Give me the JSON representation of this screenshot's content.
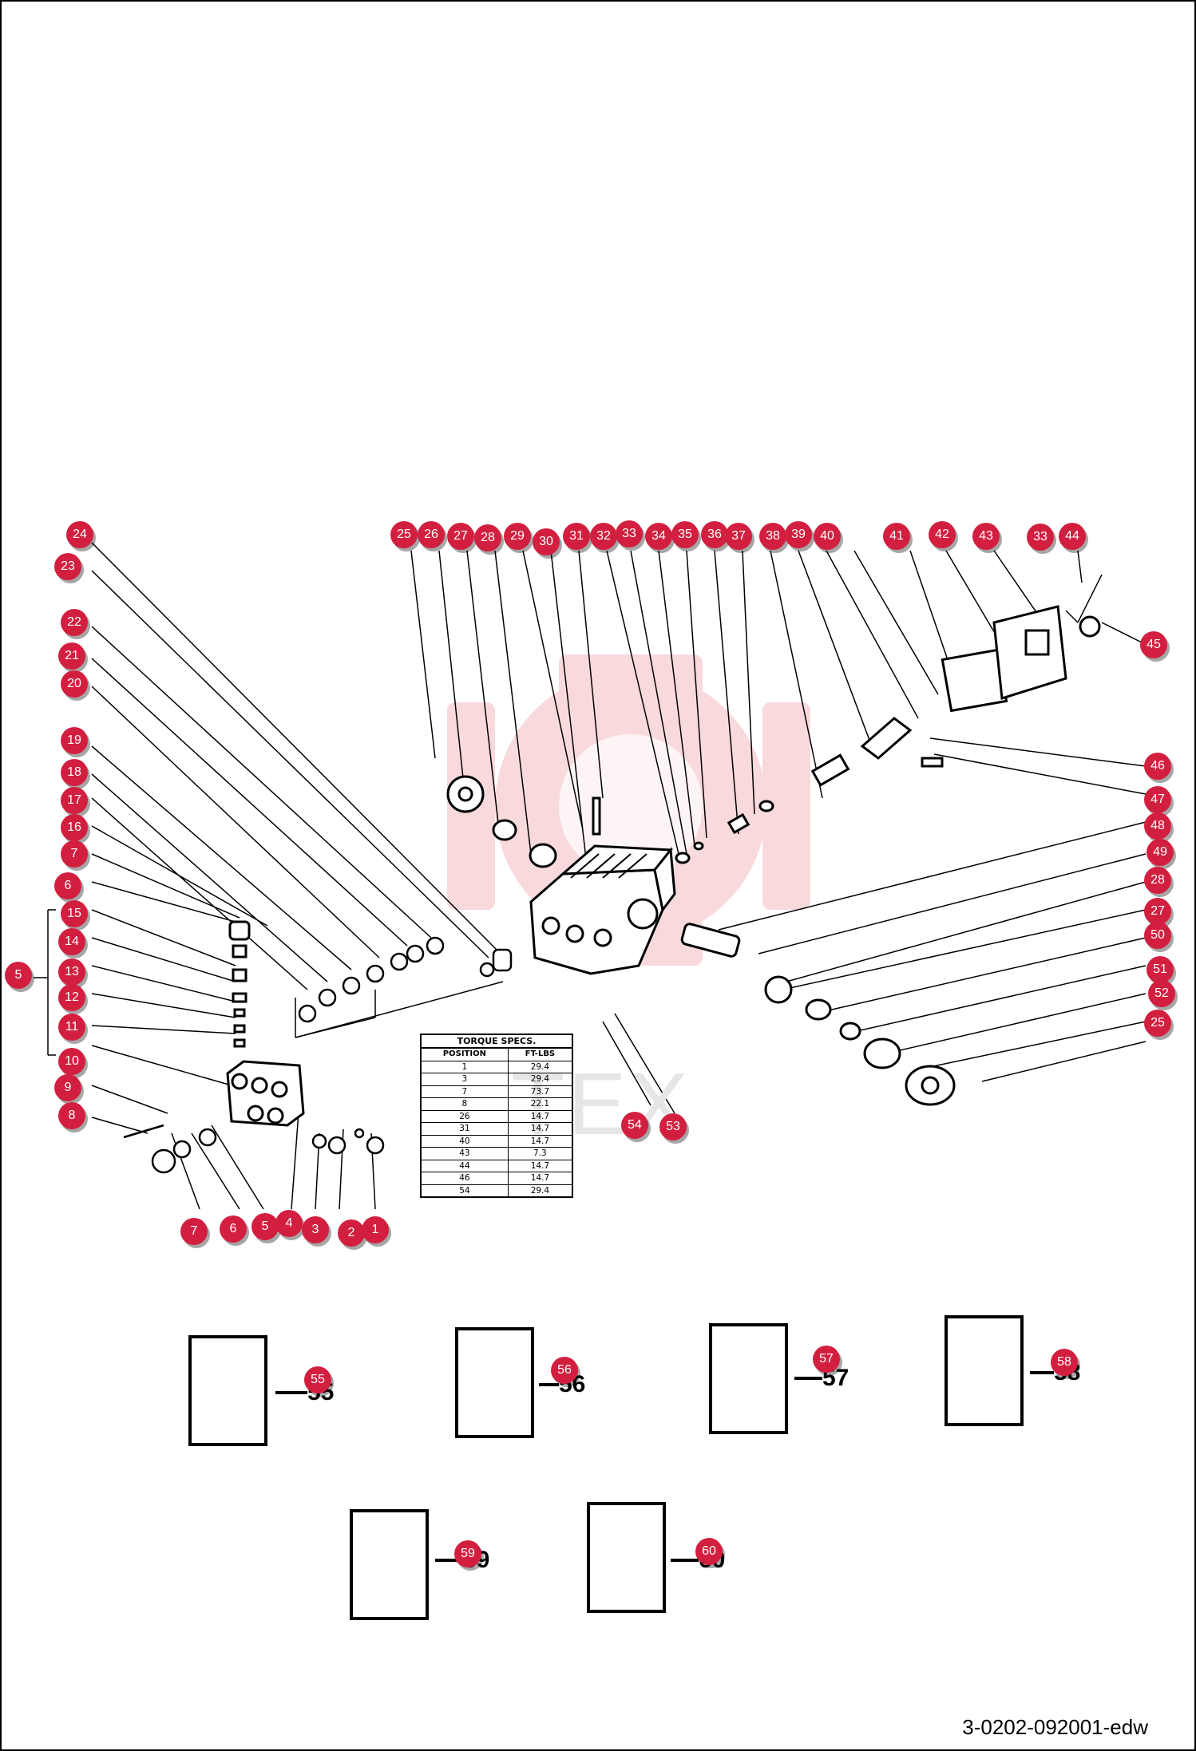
{
  "document_code": "3-0202-092001-edw",
  "watermark_text": "TEX",
  "colors": {
    "callout": "#d31f3f",
    "line": "#000000",
    "watermark_logo": "#f5c6cc"
  },
  "torque_table": {
    "title": "TORQUE SPECS.",
    "headers": [
      "POSITION",
      "FT-LBS"
    ],
    "rows": [
      [
        "1",
        "29.4"
      ],
      [
        "3",
        "29.4"
      ],
      [
        "7",
        "73.7"
      ],
      [
        "8",
        "22.1"
      ],
      [
        "26",
        "14.7"
      ],
      [
        "31",
        "14.7"
      ],
      [
        "40",
        "14.7"
      ],
      [
        "43",
        "7.3"
      ],
      [
        "44",
        "14.7"
      ],
      [
        "46",
        "14.7"
      ],
      [
        "54",
        "29.4"
      ]
    ]
  },
  "callouts": [
    {
      "n": "24"
    },
    {
      "n": "23"
    },
    {
      "n": "22"
    },
    {
      "n": "21"
    },
    {
      "n": "20"
    },
    {
      "n": "19"
    },
    {
      "n": "18"
    },
    {
      "n": "17"
    },
    {
      "n": "16"
    },
    {
      "n": "7"
    },
    {
      "n": "6"
    },
    {
      "n": "15"
    },
    {
      "n": "14"
    },
    {
      "n": "13"
    },
    {
      "n": "12"
    },
    {
      "n": "11"
    },
    {
      "n": "10"
    },
    {
      "n": "9"
    },
    {
      "n": "8"
    },
    {
      "n": "5"
    },
    {
      "n": "7"
    },
    {
      "n": "6"
    },
    {
      "n": "5"
    },
    {
      "n": "4"
    },
    {
      "n": "3"
    },
    {
      "n": "2"
    },
    {
      "n": "1"
    },
    {
      "n": "25"
    },
    {
      "n": "26"
    },
    {
      "n": "27"
    },
    {
      "n": "28"
    },
    {
      "n": "29"
    },
    {
      "n": "30"
    },
    {
      "n": "31"
    },
    {
      "n": "32"
    },
    {
      "n": "33"
    },
    {
      "n": "34"
    },
    {
      "n": "35"
    },
    {
      "n": "36"
    },
    {
      "n": "37"
    },
    {
      "n": "38"
    },
    {
      "n": "39"
    },
    {
      "n": "40"
    },
    {
      "n": "41"
    },
    {
      "n": "42"
    },
    {
      "n": "43"
    },
    {
      "n": "33"
    },
    {
      "n": "44"
    },
    {
      "n": "45"
    },
    {
      "n": "46"
    },
    {
      "n": "47"
    },
    {
      "n": "48"
    },
    {
      "n": "49"
    },
    {
      "n": "28"
    },
    {
      "n": "27"
    },
    {
      "n": "50"
    },
    {
      "n": "51"
    },
    {
      "n": "52"
    },
    {
      "n": "25"
    },
    {
      "n": "54"
    },
    {
      "n": "53"
    },
    {
      "n": "55"
    },
    {
      "n": "56"
    },
    {
      "n": "57"
    },
    {
      "n": "58"
    },
    {
      "n": "59"
    },
    {
      "n": "60"
    }
  ],
  "kit_labels": [
    "55",
    "56",
    "57",
    "58",
    "59",
    "60"
  ]
}
